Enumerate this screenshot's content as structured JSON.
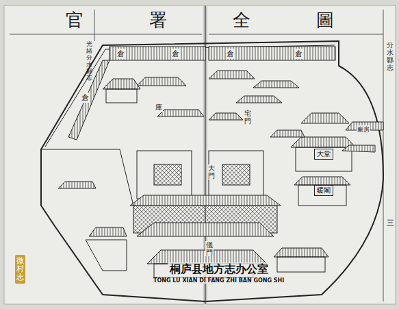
{
  "diagram": {
    "title": "官署全圖",
    "nodes": [
      {
        "text": [
          "大堂"
        ]
      },
      {
        "text": [
          "暖閣"
        ]
      }
    ],
    "labels": [
      "倉",
      "倉",
      "倉",
      "倉",
      "倉",
      "大門",
      "儀門",
      "宅門",
      "廨房",
      "庫",
      "分水縣志",
      "光緒分水縣志",
      "三",
      "微村志",
      "桐庐县地方志办公室",
      "TONG LU XIAN DI FANG ZHI BAN GONG SHI"
    ]
  }
}
